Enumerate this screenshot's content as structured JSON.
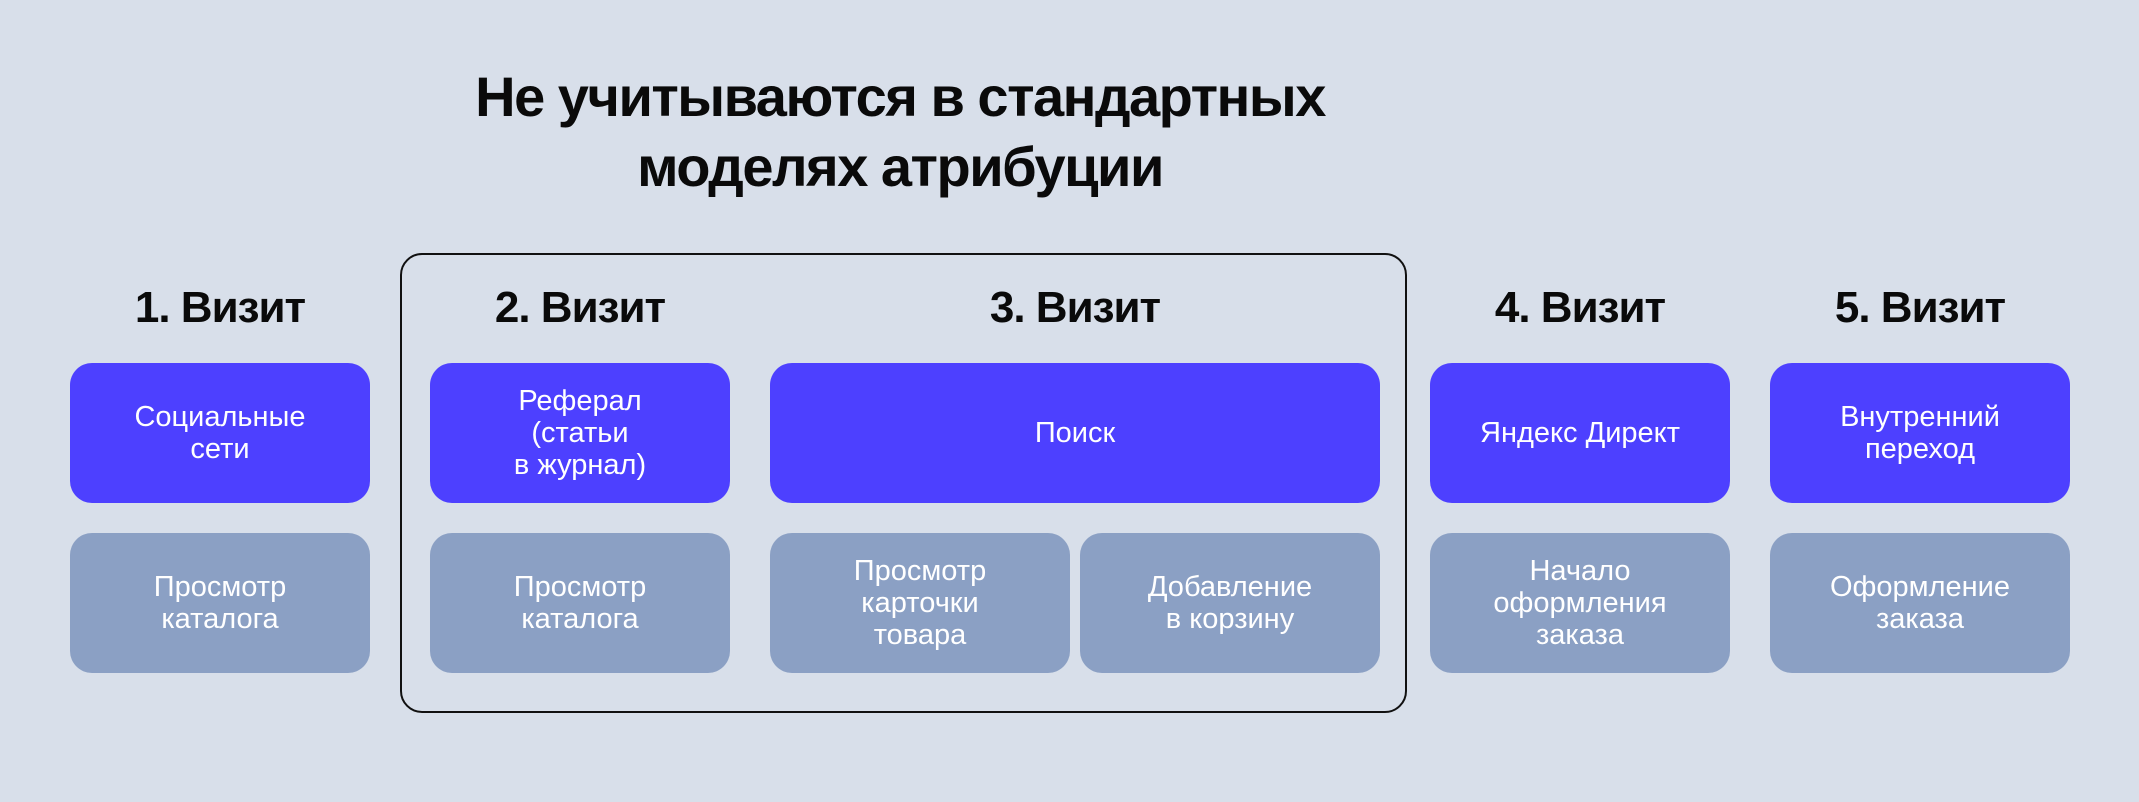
{
  "title": {
    "line1": "Не учитываются в стандартных",
    "line2": "моделях атрибуции"
  },
  "colors": {
    "background": "#d8dfea",
    "source_card": "#4d40ff",
    "action_card": "#8ba0c4",
    "frame_border": "#111111"
  },
  "visits": [
    {
      "heading": "1. Визит",
      "source": "Социальные\nсети",
      "actions": [
        "Просмотр\nкаталога"
      ]
    },
    {
      "heading": "2. Визит",
      "source": "Реферал\n(статьи\nв журнал)",
      "actions": [
        "Просмотр\nкаталога"
      ]
    },
    {
      "heading": "3. Визит",
      "source": "Поиск",
      "actions": [
        "Просмотр\nкарточки\nтовара",
        "Добавление\nв корзину"
      ]
    },
    {
      "heading": "4. Визит",
      "source": "Яндекс Директ",
      "actions": [
        "Начало\nоформления\nзаказа"
      ]
    },
    {
      "heading": "5. Визит",
      "source": "Внутренний\nпереход",
      "actions": [
        "Оформление\nзаказа"
      ]
    }
  ],
  "frame": {
    "label": "Не учитываются в стандартных моделях атрибуции",
    "covers_visits": [
      2,
      3
    ]
  }
}
